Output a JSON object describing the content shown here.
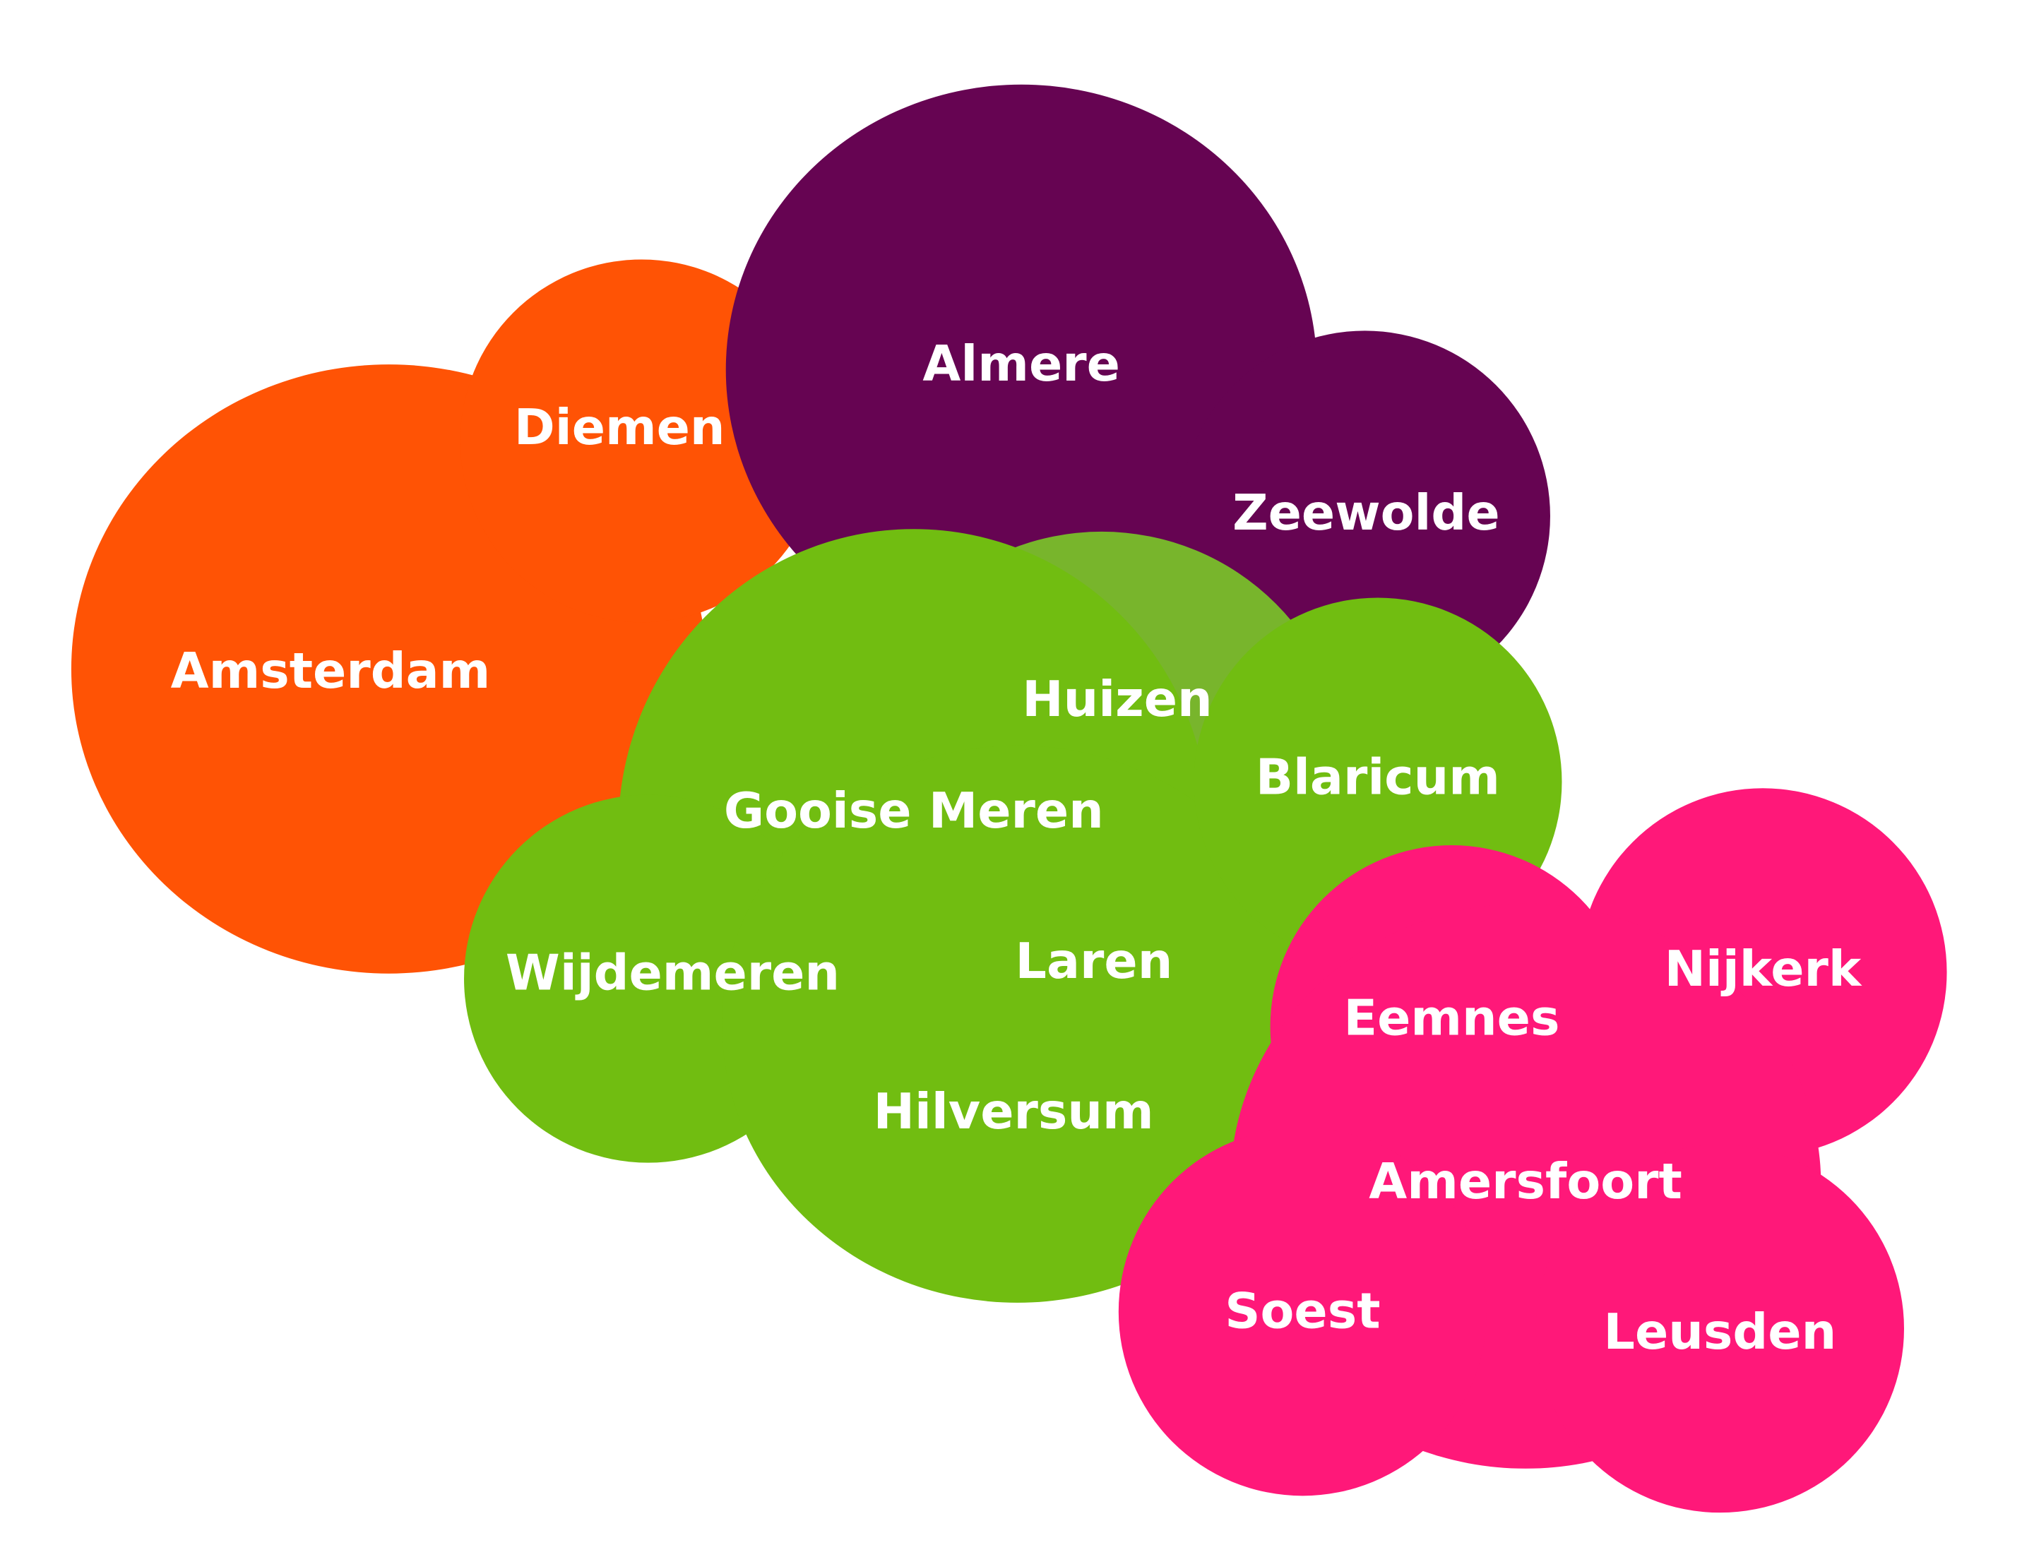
{
  "colors": {
    "orange": "#ff5305",
    "purple": "#660452",
    "green": "#71bd11",
    "green_light": "#78b52c",
    "pink": "#ff1879"
  },
  "labels": {
    "amsterdam": "Amsterdam",
    "diemen": "Diemen",
    "almere": "Almere",
    "zeewolde": "Zeewolde",
    "huizen": "Huizen",
    "blaricum": "Blaricum",
    "gooise_meren": "Gooise Meren",
    "wijdemeren": "Wijdemeren",
    "laren": "Laren",
    "hilversum": "Hilversum",
    "eemnes": "Eemnes",
    "nijkerk": "Nijkerk",
    "amersfoort": "Amersfoort",
    "soest": "Soest",
    "leusden": "Leusden"
  }
}
